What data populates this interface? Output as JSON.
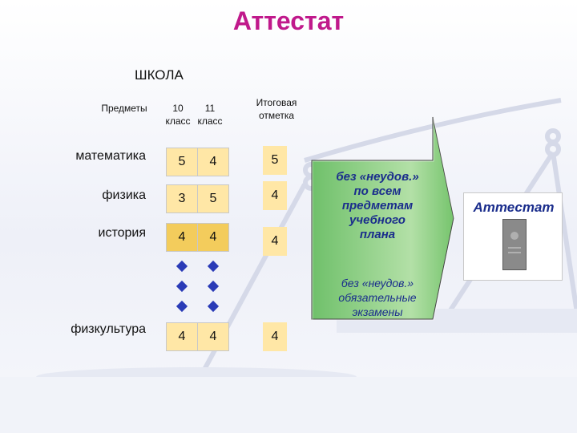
{
  "title": "Аттестат",
  "school_label": "ШКОЛА",
  "headers": {
    "subjects": "Предметы",
    "grade10_num": "10",
    "grade10_word": "класс",
    "grade11_num": "11",
    "grade11_word": "класс",
    "final_line1": "Итоговая",
    "final_line2": "отметка"
  },
  "rows": [
    {
      "subject": "математика",
      "g10": "5",
      "g11": "4",
      "final": "5"
    },
    {
      "subject": "физика",
      "g10": "3",
      "g11": "5",
      "final": "4"
    },
    {
      "subject": "история",
      "g10": "4",
      "g11": "4",
      "final": "4"
    },
    {
      "subject": "физкультура",
      "g10": "4",
      "g11": "4",
      "final": "4"
    }
  ],
  "arrow_text_1": {
    "line1": "без «неудов.»",
    "line2": "по всем",
    "line3": "предметам",
    "line4": "учебного",
    "line5": "плана"
  },
  "arrow_text_2": {
    "line1": "без «неудов.»",
    "line2": "обязательные",
    "line3": "экзамены"
  },
  "certificate_label": "Аттестат",
  "colors": {
    "title": "#c0198b",
    "cell": "#ffe7a6",
    "cell_dark": "#f3cc5c",
    "arrow_fill": "#8fcf86",
    "arrow_text": "#1a2d8c",
    "diamond": "#2a3bb7"
  },
  "icons": [
    "diamond-marker",
    "certificate-book-icon",
    "scales-background"
  ]
}
